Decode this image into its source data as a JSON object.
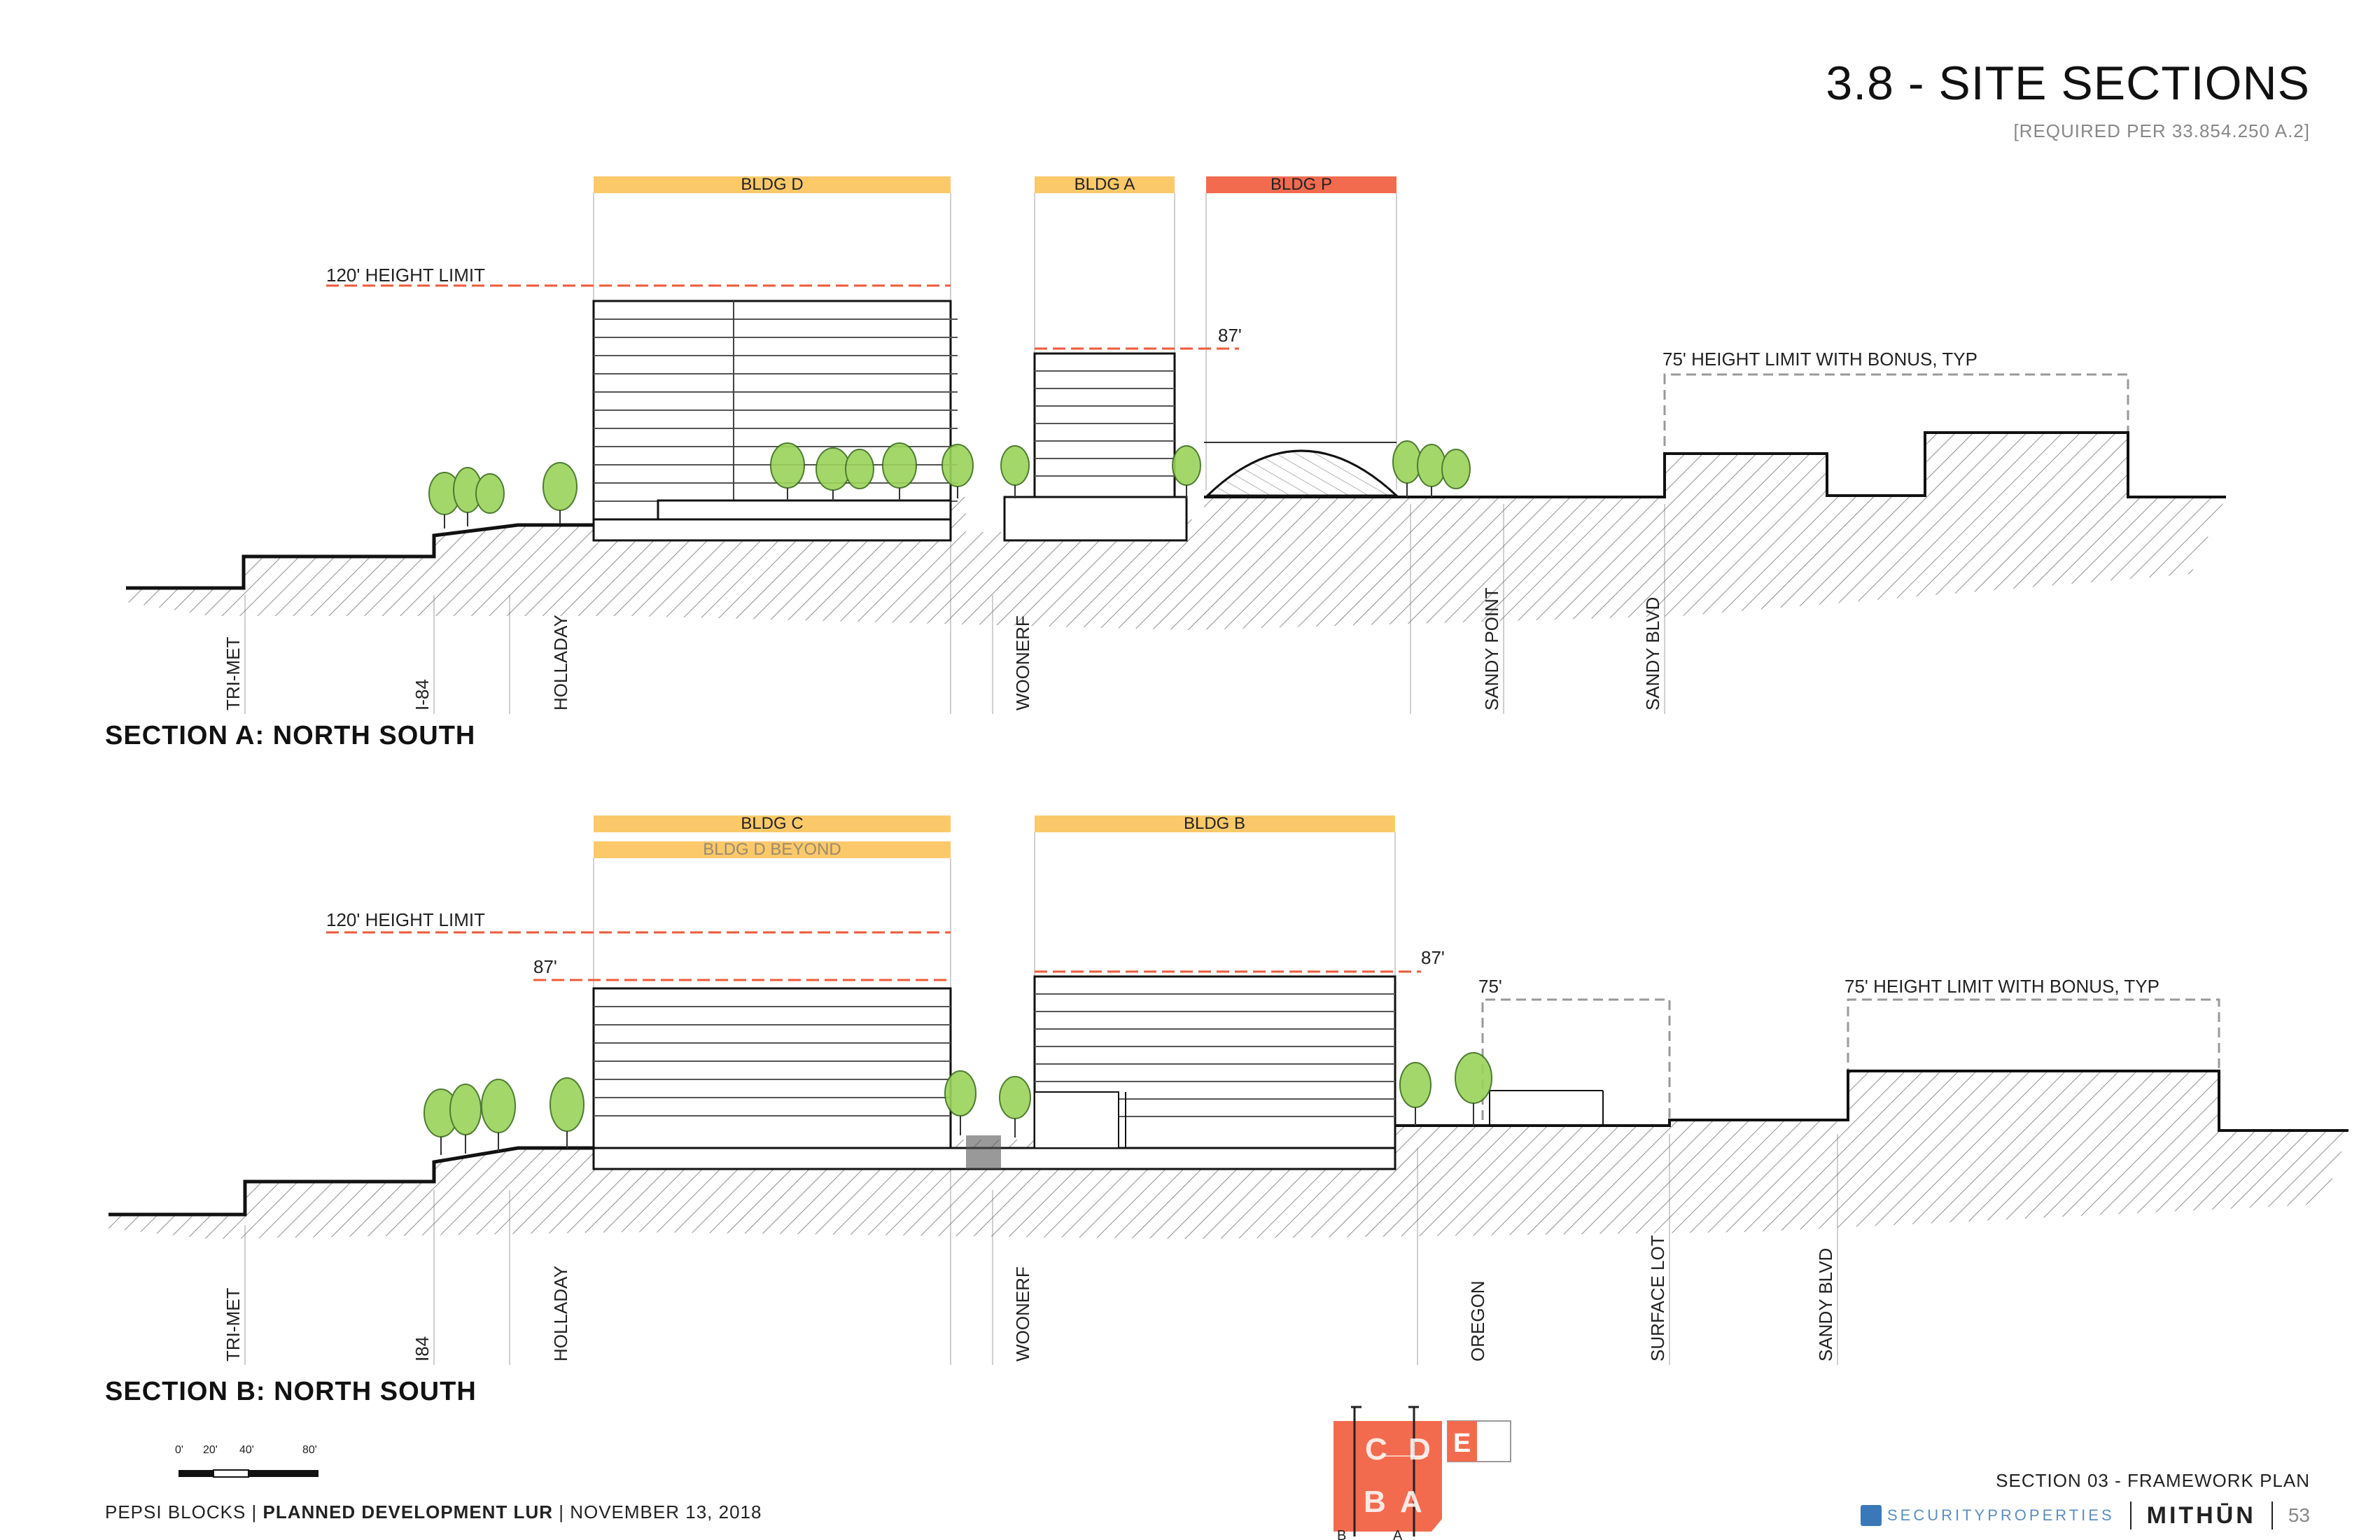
{
  "header": {
    "title": "3.8 - SITE SECTIONS",
    "subtitle": "[REQUIRED PER 33.854.250 A.2]"
  },
  "section_a": {
    "label": "SECTION A: NORTH SOUTH",
    "buildings": [
      {
        "name": "BLDG D",
        "color": "#fcc96a"
      },
      {
        "name": "BLDG A",
        "color": "#fcc96a"
      },
      {
        "name": "BLDG P",
        "color": "#f36b4f"
      }
    ],
    "height_limit": "120' HEIGHT LIMIT",
    "height_87": "87'",
    "bonus_limit": "75' HEIGHT LIMIT WITH BONUS, TYP",
    "streets": [
      "TRI-MET",
      "I-84",
      "HOLLADAY",
      "WOONERF",
      "SANDY POINT",
      "SANDY BLVD"
    ]
  },
  "section_b": {
    "label": "SECTION B: NORTH SOUTH",
    "buildings": [
      {
        "name": "BLDG C",
        "color": "#fcc96a"
      },
      {
        "name": "BLDG D BEYOND",
        "color": "#fcc96a"
      },
      {
        "name": "BLDG B",
        "color": "#fcc96a"
      }
    ],
    "height_limit": "120' HEIGHT LIMIT",
    "height_87_left": "87'",
    "height_87_right": "87'",
    "height_75": "75'",
    "bonus_limit": "75' HEIGHT LIMIT WITH BONUS, TYP",
    "streets": [
      "TRI-MET",
      "I84",
      "HOLLADAY",
      "WOONERF",
      "OREGON",
      "SURFACE LOT",
      "SANDY BLVD"
    ]
  },
  "scale_bar": {
    "labels": [
      "0'",
      "20'",
      "40'",
      "80'"
    ]
  },
  "key_map": {
    "letters": [
      "C",
      "D",
      "B",
      "A",
      "E"
    ],
    "axis_labels": [
      "B",
      "A"
    ],
    "color": "#f36b4f"
  },
  "footer": {
    "project": "PEPSI BLOCKS",
    "document": "PLANNED DEVELOPMENT LUR",
    "date": "NOVEMBER 13, 2018",
    "section": "SECTION 03 - FRAMEWORK PLAN",
    "logo_security": "SECURITYPROPERTIES",
    "logo_mithun": "MITHŪN",
    "page_number": "53"
  },
  "colors": {
    "accent_yellow": "#fcc96a",
    "accent_red": "#f36b4f",
    "height_line": "#ef5a3a",
    "tree_green": "#9bd35a",
    "ink": "#1a1a1a"
  }
}
